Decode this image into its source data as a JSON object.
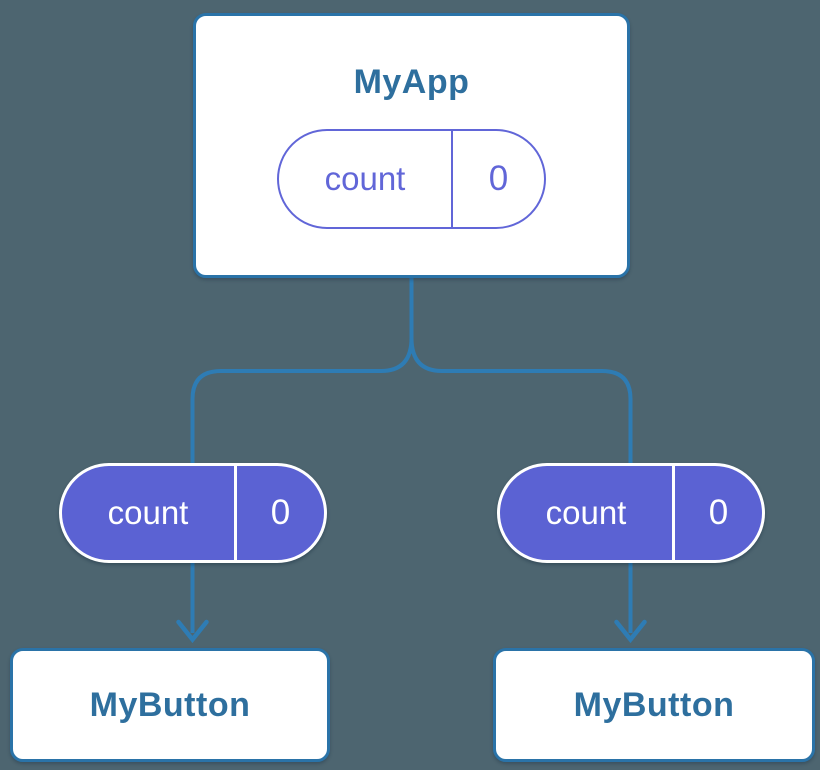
{
  "colors": {
    "background": "#4d6570",
    "connector": "#2e7cb4",
    "card_border": "#2a73a8",
    "card_bg": "#ffffff",
    "title_text": "#2e6f9e",
    "pill_outline": "#6166d8",
    "pill_fill": "#5b62d3",
    "pill_text_on_fill": "#ffffff"
  },
  "diagram": {
    "parent": {
      "title": "MyApp",
      "state": {
        "name": "count",
        "value": "0"
      }
    },
    "children": [
      {
        "title": "MyButton",
        "state": {
          "name": "count",
          "value": "0"
        }
      },
      {
        "title": "MyButton",
        "state": {
          "name": "count",
          "value": "0"
        }
      }
    ]
  }
}
